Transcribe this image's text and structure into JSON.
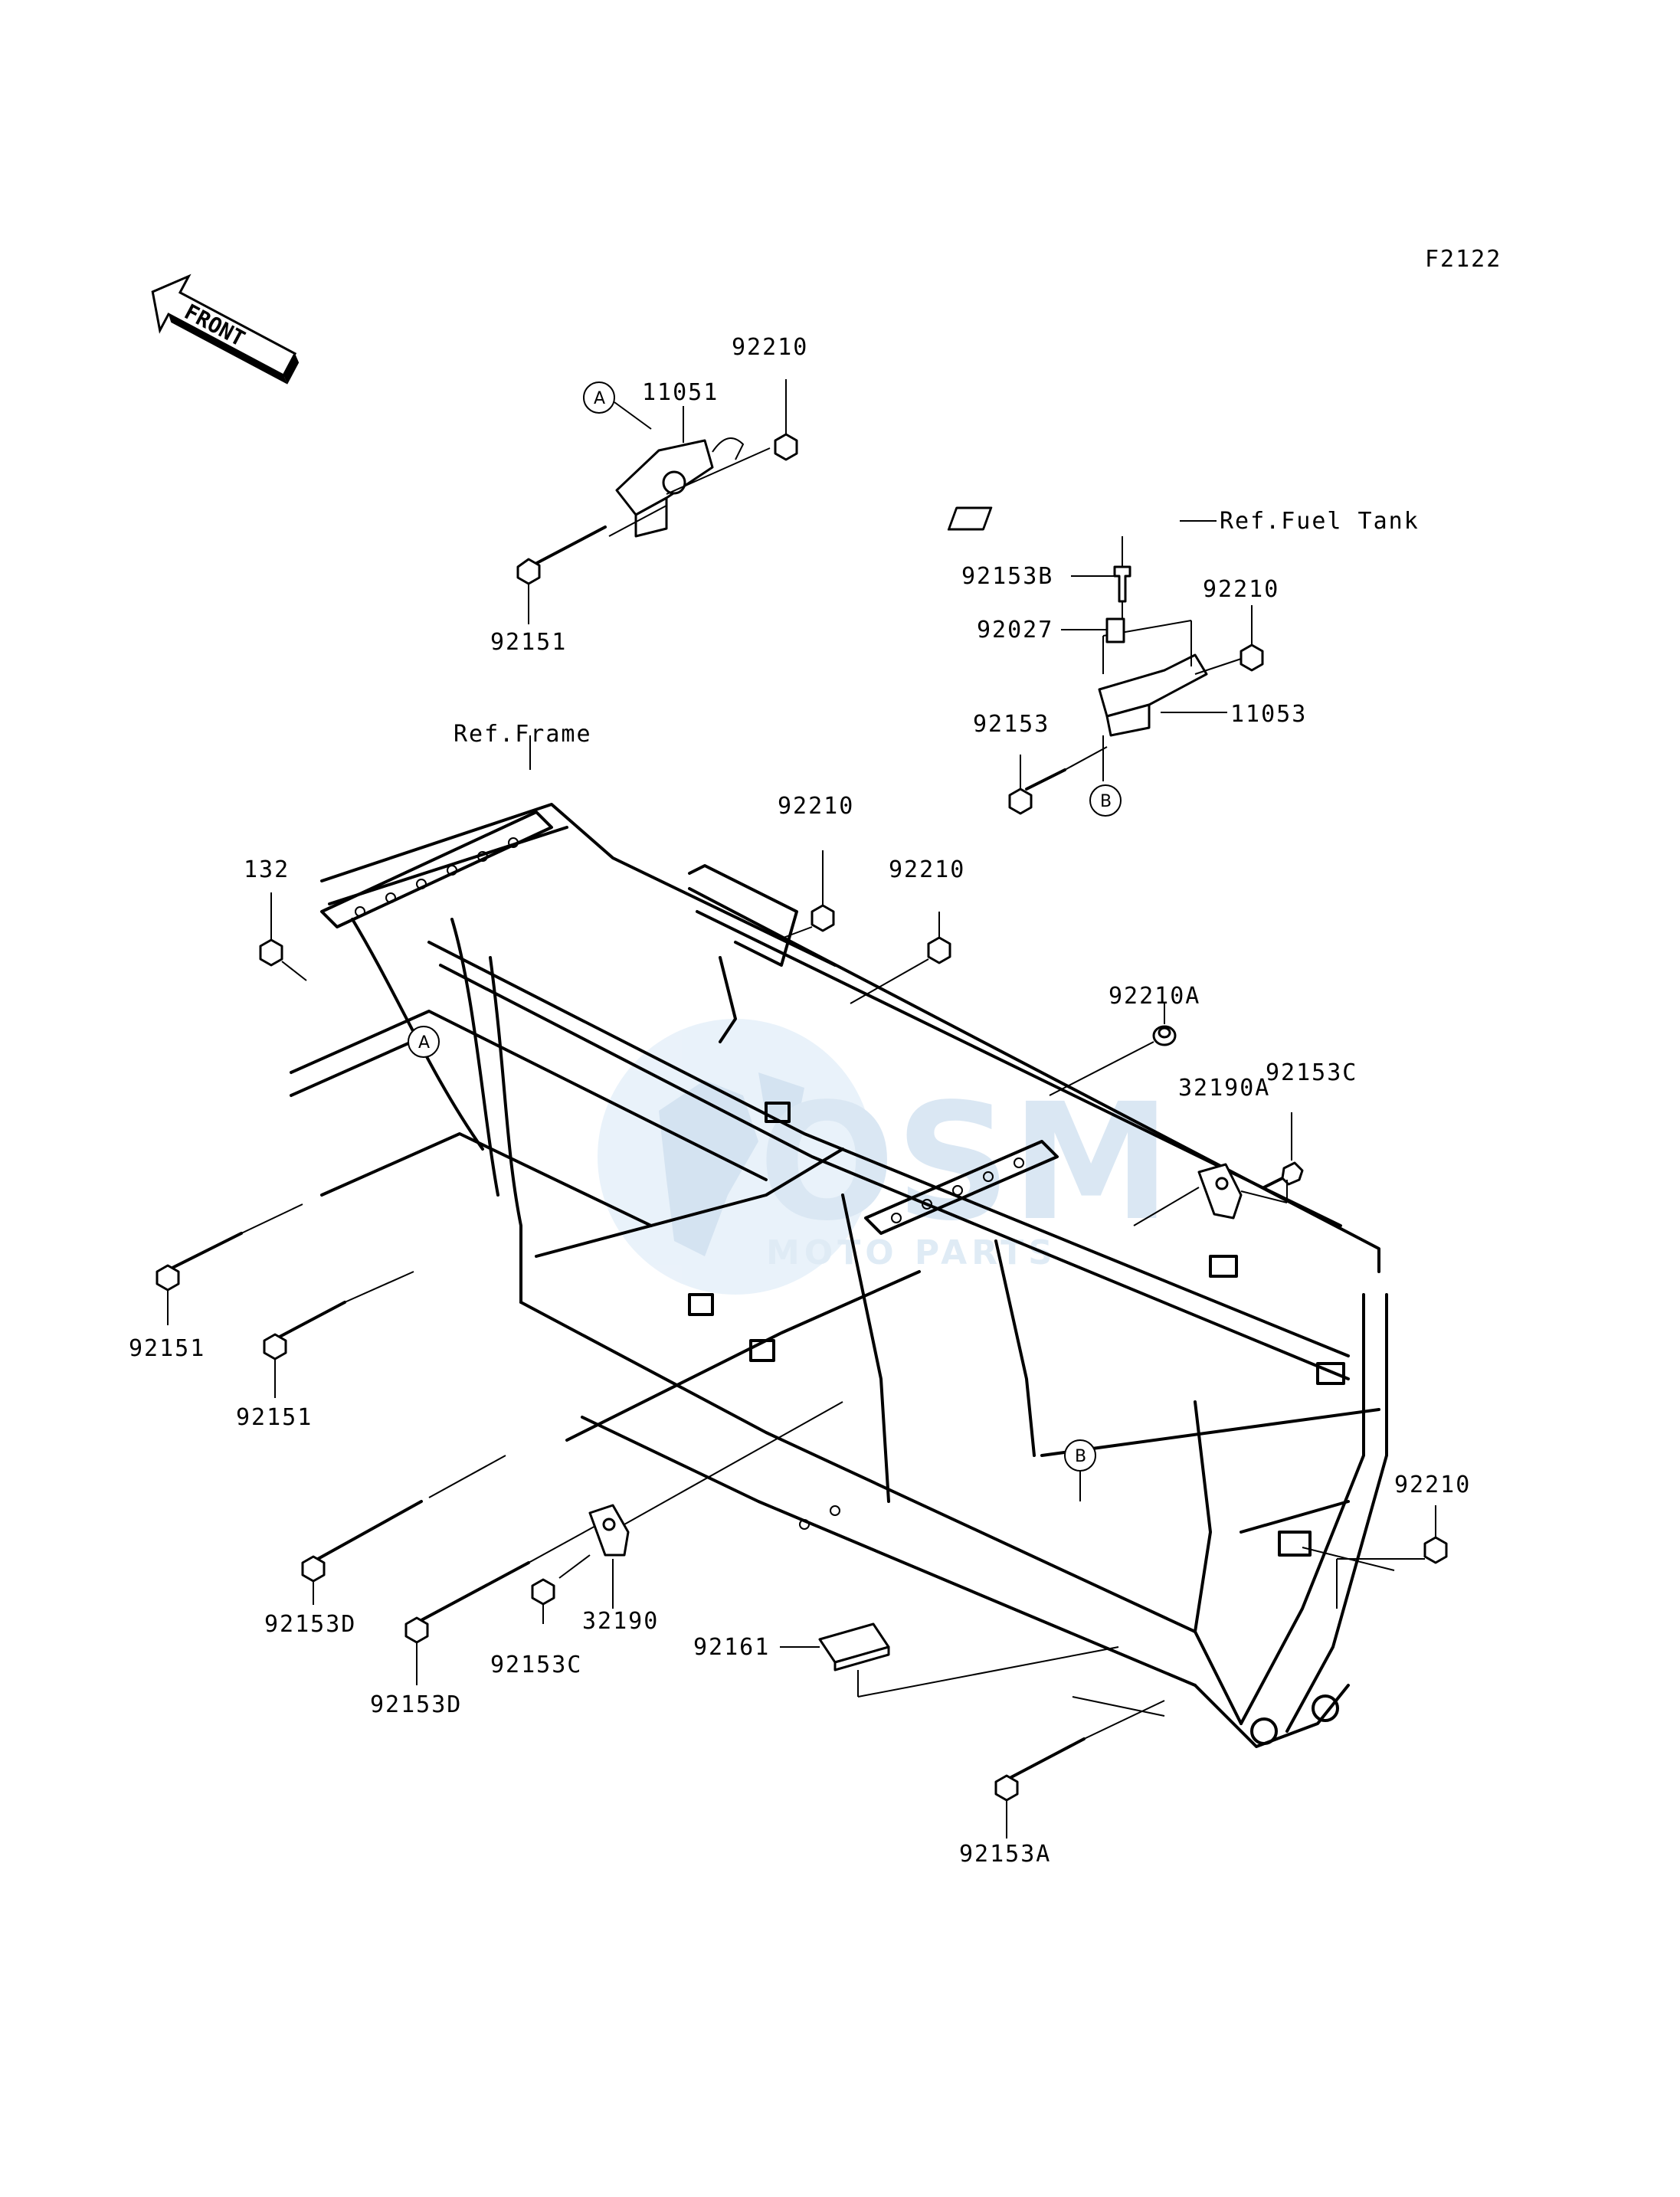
{
  "diagram_code": "F2122",
  "front_label": "FRONT",
  "callouts": {
    "a": "A",
    "b": "B"
  },
  "watermark": {
    "main": "OSM",
    "sub": "MOTO PARTS",
    "color": "#bfd8ee"
  },
  "labels": {
    "p92210_top": "92210",
    "p11051": "11051",
    "p92151_top": "92151",
    "ref_fuel_tank": "Ref.Fuel Tank",
    "p92153B": "92153B",
    "p92027": "92027",
    "p92210_right": "92210",
    "p11053": "11053",
    "p92153": "92153",
    "ref_frame": "Ref.Frame",
    "p132": "132",
    "p92210_mid1": "92210",
    "p92210_mid2": "92210",
    "p92210A": "92210A",
    "p92153C_right": "92153C",
    "p32190A": "32190A",
    "p92151_left1": "92151",
    "p92151_left2": "92151",
    "p92210_lower": "92210",
    "p92153D_1": "92153D",
    "p92153D_2": "92153D",
    "p92153C_low": "92153C",
    "p32190": "32190",
    "p92161": "92161",
    "p92153A": "92153A"
  }
}
